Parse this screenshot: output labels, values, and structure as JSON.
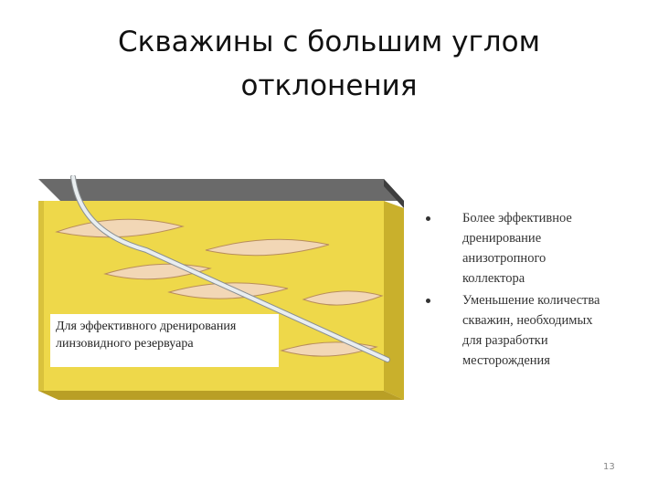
{
  "slide": {
    "title_lines": [
      "Скважины с большим углом",
      "отклонения"
    ],
    "page_number": "13"
  },
  "diagram": {
    "caption_lines": [
      "Для эффективного дренирования",
      "линзовидного резервуара"
    ],
    "colors": {
      "reservoir_yellow": "#EED84A",
      "reservoir_side": "#C9B02C",
      "cap_rock": "#555555",
      "lens_fill": "#F2D7B6",
      "lens_stroke": "#B88D5C",
      "well": "#E9EEF0"
    }
  },
  "bullets": [
    {
      "lines": [
        "Более эффективное",
        "дренирование",
        "анизотропного",
        "коллектора"
      ]
    },
    {
      "lines": [
        "Уменьшение количества",
        "скважин, необходимых",
        "для разработки",
        "месторождения"
      ]
    }
  ]
}
